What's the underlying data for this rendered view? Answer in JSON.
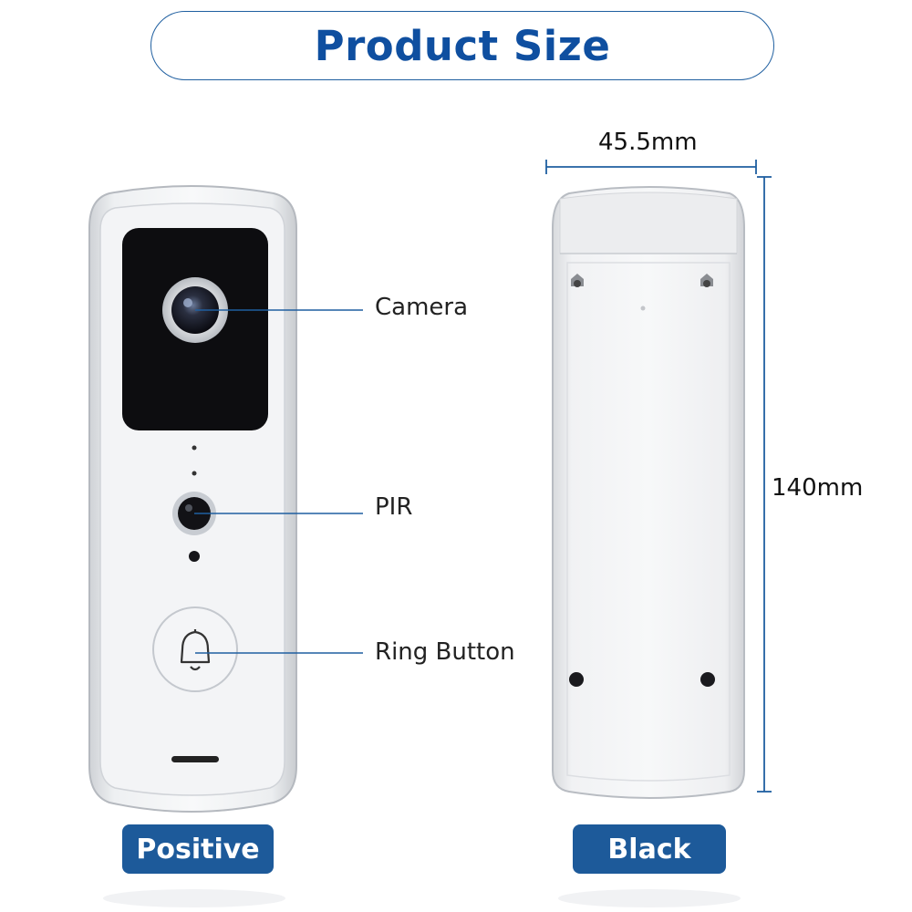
{
  "header": {
    "title": "Product Size"
  },
  "callouts": {
    "camera": "Camera",
    "pir": "PIR",
    "ring_button": "Ring Button"
  },
  "dimensions": {
    "width": "45.5mm",
    "height": "140mm"
  },
  "views": {
    "front_label": "Positive",
    "back_label": "Black"
  },
  "colors": {
    "accent": "#1d5a9a",
    "title": "#0f4fa0",
    "dimension_line": "#1f5fa0"
  },
  "icons": [
    "bell-icon"
  ]
}
